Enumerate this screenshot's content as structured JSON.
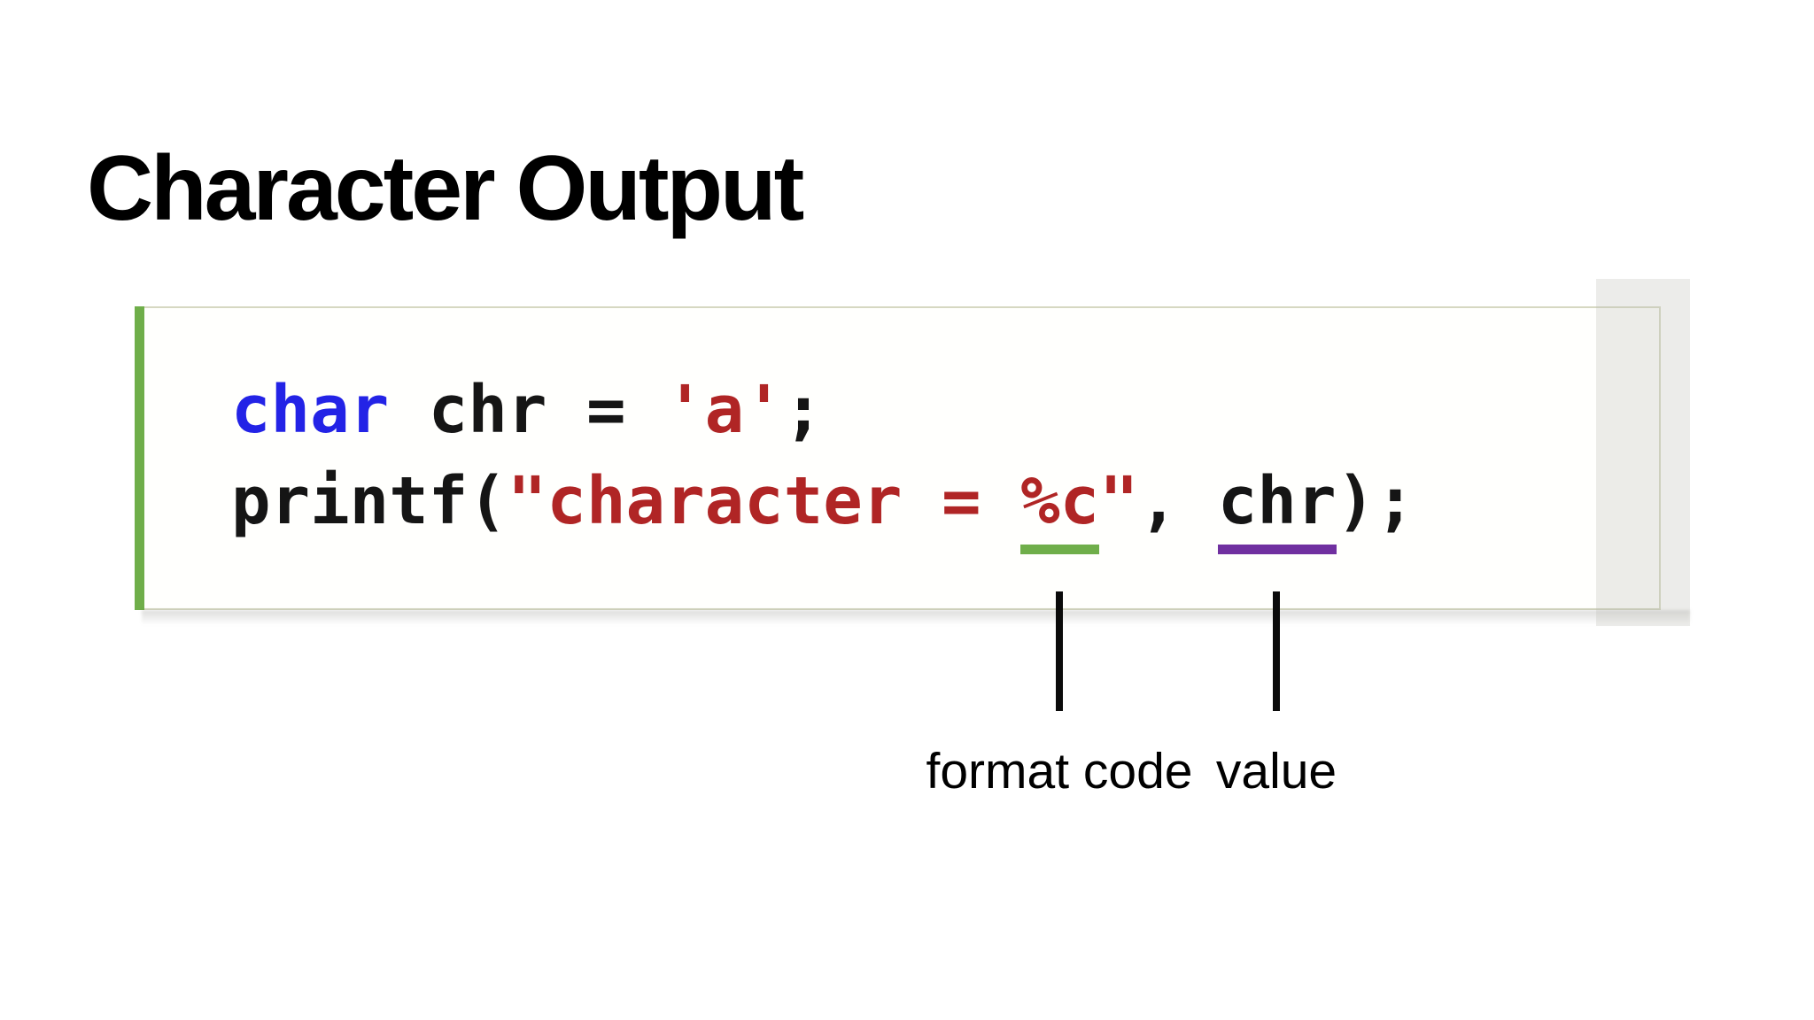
{
  "slide": {
    "title": "Character Output",
    "code": {
      "line1": {
        "keyword": "char",
        "middle": " chr = ",
        "char_literal": "'a'",
        "terminator": ";"
      },
      "line2": {
        "function_open": "printf(",
        "string_before": "\"character = ",
        "format_code": "%c",
        "string_close": "\"",
        "comma": ", ",
        "argument": "chr",
        "close": ");"
      }
    },
    "annotations": [
      {
        "label": "format code",
        "underline_color": "#70ad47"
      },
      {
        "label": "value",
        "underline_color": "#7030a0"
      }
    ],
    "colors": {
      "keyword": "#2323e6",
      "string": "#b02525",
      "accent_green": "#6fae4a",
      "accent_purple": "#7030a0",
      "box_border": "#d6d8c2"
    }
  }
}
